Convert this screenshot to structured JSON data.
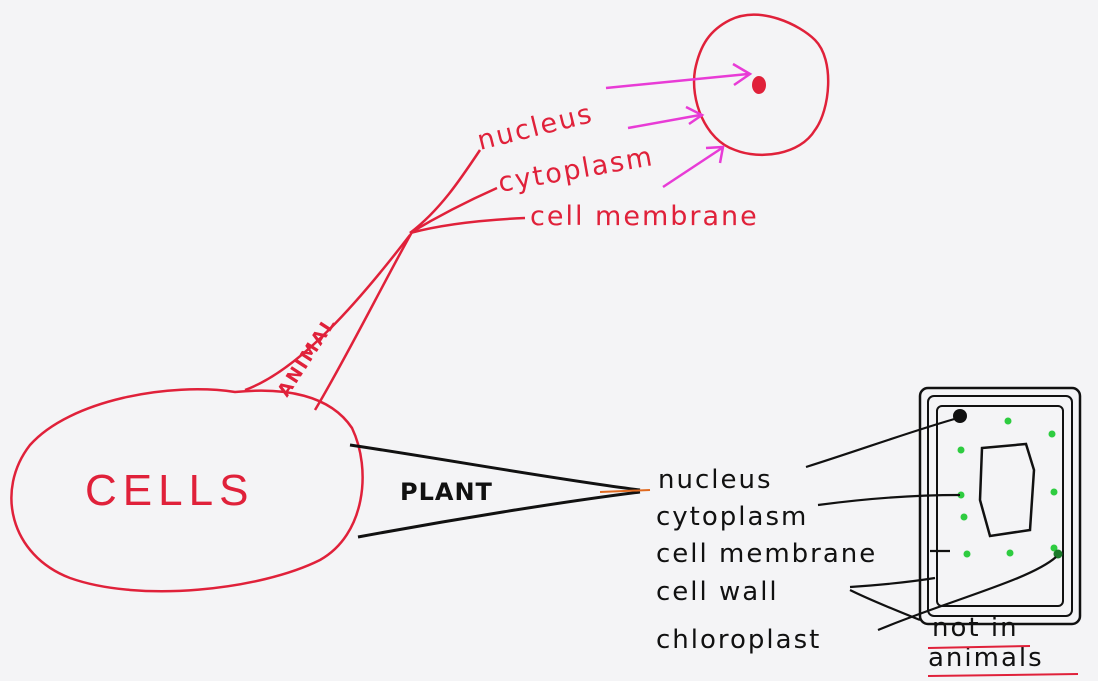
{
  "center": {
    "label": "CELLS"
  },
  "animal_branch": {
    "label": "ANIMAL",
    "parts": [
      "nucleus",
      "cytoplasm",
      "cell membrane"
    ]
  },
  "plant_branch": {
    "label": "PLANT",
    "parts": [
      "nucleus",
      "cytoplasm",
      "cell membrane",
      "cell wall",
      "chloroplast"
    ]
  },
  "note": {
    "line1": "not in",
    "line2": "animals"
  },
  "colors": {
    "red": "#e0213a",
    "magenta": "#e83bd6",
    "black": "#111111",
    "green": "#2ecc40",
    "paper": "#f4f4f6"
  }
}
